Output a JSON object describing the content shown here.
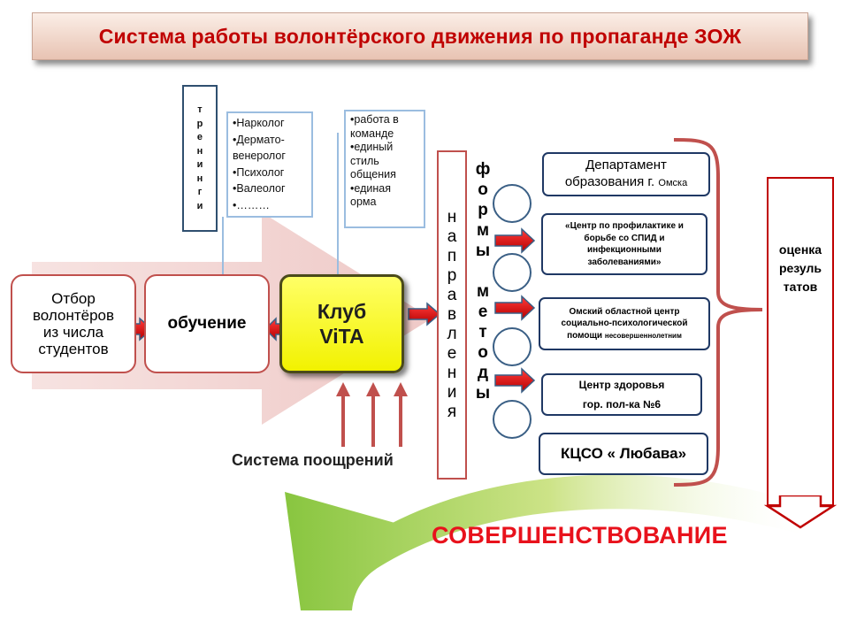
{
  "title": "Система работы волонтёрского движения по пропаганде ЗОЖ",
  "stages": {
    "selection": [
      "Отбор",
      "волонтёров",
      "из числа",
      "студентов"
    ],
    "training": "обучение",
    "club": [
      "Клуб",
      "ViTA"
    ]
  },
  "trainings": "т р е н и н г и",
  "specialists": [
    "Нарколог",
    "Дермато-венеролог",
    "Психолог",
    "Валеолог",
    "………"
  ],
  "club_principles": [
    "работа в команде",
    "единый стиль общения",
    "единая орма"
  ],
  "directions": "н а п р а в л е н и я",
  "forms_methods": "ф о р м ы   м е т о д ы",
  "organizations": {
    "dept": {
      "line1": "Департамент",
      "line2": "образования г.",
      "line2_small": "Омска"
    },
    "aids": "«Центр по профилактике  и борьбе со СПИД и инфекционными заболеваниями»",
    "omsk_center": {
      "main": "Омский областной центр социально-психологической помощи",
      "small": "несовершеннолетним"
    },
    "health": [
      "Центр здоровья",
      "гор. пол-ка №6"
    ],
    "kcso": "КЦСО « Любава»"
  },
  "evaluation": [
    "оценка",
    "резуль",
    "татов"
  ],
  "rewards": "Система поощрений",
  "improvement": "СОВЕРШЕНСТВОВАНИЕ",
  "colors": {
    "title_red": "#c00000",
    "improve_red": "#e8121c",
    "box_border_red": "#c0504d",
    "club_yellow": "#ffff00",
    "arrow_green": "#9bbb59",
    "org_border_navy": "#1f3864"
  }
}
